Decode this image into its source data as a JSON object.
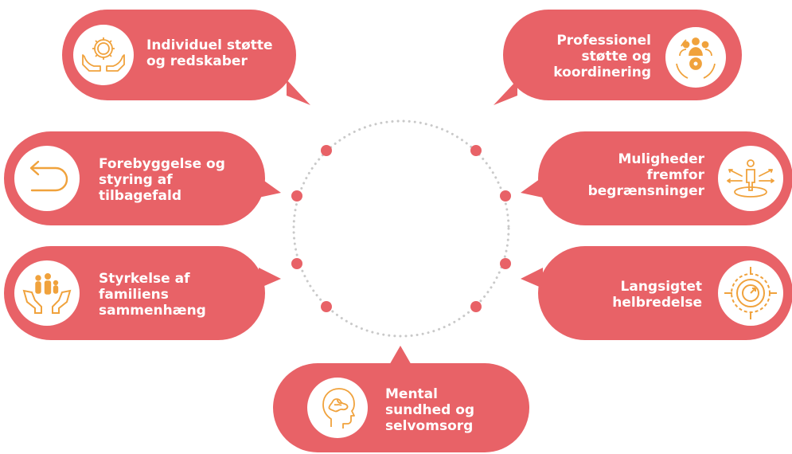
{
  "colors": {
    "bubble": "#e86267",
    "icon": "#f0a23c",
    "dot": "#e86267",
    "ring": "#c9c9c9"
  },
  "items": [
    {
      "label_lines": [
        "Individuel støtte",
        "og redskaber"
      ],
      "icon": "hands-gear-icon"
    },
    {
      "label_lines": [
        "Professionel",
        "støtte og",
        "koordinering"
      ],
      "icon": "team-gear-icon"
    },
    {
      "label_lines": [
        "Forebyggelse og",
        "styring af",
        "tilbagefald"
      ],
      "icon": "return-arrow-icon"
    },
    {
      "label_lines": [
        "Muligheder",
        "fremfor",
        "begrænsninger"
      ],
      "icon": "person-arrows-icon"
    },
    {
      "label_lines": [
        "Styrkelse af",
        "familiens",
        "sammenhæng"
      ],
      "icon": "family-hands-icon"
    },
    {
      "label_lines": [
        "Langsigtet",
        "helbredelse"
      ],
      "icon": "target-icon"
    },
    {
      "label_lines": [
        "Mental",
        "sundhed og",
        "selvomsorg"
      ],
      "icon": "head-brain-icon"
    }
  ]
}
